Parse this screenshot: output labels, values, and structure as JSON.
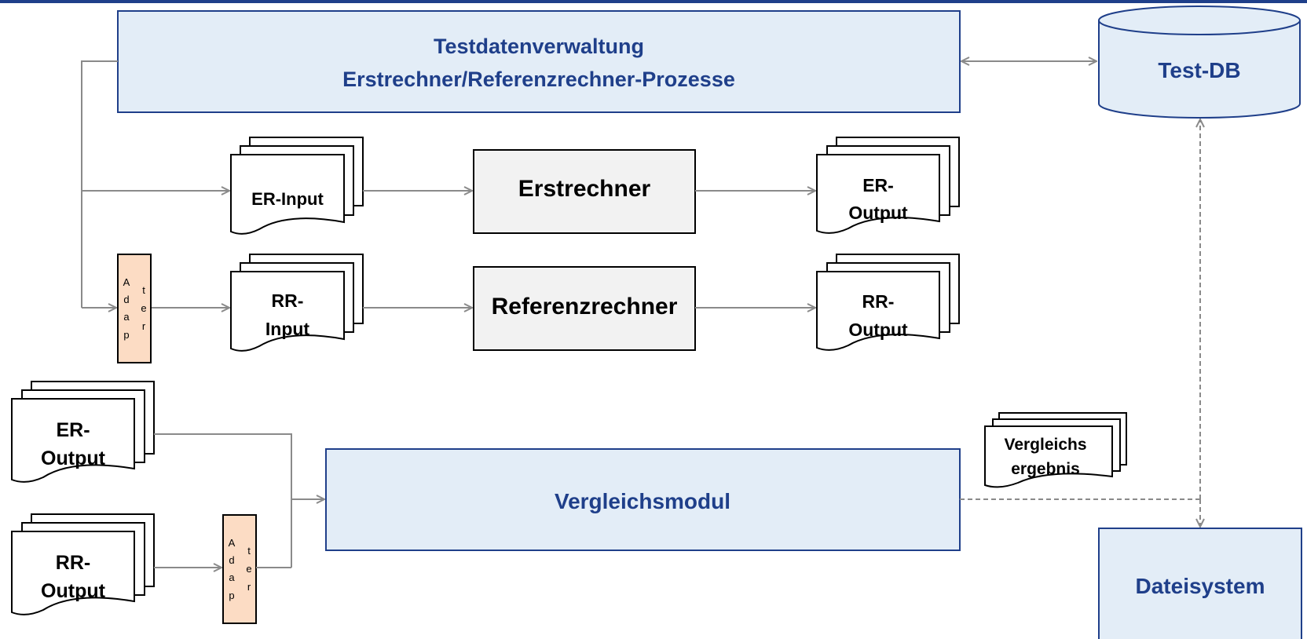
{
  "header": {
    "testdaten_line1": "Testdatenverwaltung",
    "testdaten_line2": "Erstrechner/Referenzrechner-Prozesse"
  },
  "database": {
    "label": "Test-DB"
  },
  "filesystem": {
    "label": "Dateisystem"
  },
  "processors": {
    "erstrechner": "Erstrechner",
    "referenzrechner": "Referenzrechner"
  },
  "documents": {
    "er_input": "ER-Input",
    "rr_input_line1": "RR-",
    "rr_input_line2": "Input",
    "er_output_line1": "ER-",
    "er_output_line2": "Output",
    "rr_output_line1": "RR-",
    "rr_output_line2": "Output",
    "left_er_output_line1": "ER-",
    "left_er_output_line2": "Output",
    "left_rr_output_line1": "RR-",
    "left_rr_output_line2": "Output",
    "vergleich_line1": "Vergleichs",
    "vergleich_line2": "ergebnis"
  },
  "vergleichsmodul": {
    "label": "Vergleichsmodul"
  },
  "adapter": {
    "letters": [
      "A",
      "d",
      "a",
      "p",
      "t",
      "e",
      "r"
    ]
  },
  "colors": {
    "accent_blue": "#1f3f8a",
    "box_fill_blue": "#e3edf7",
    "process_fill": "#f2f2f2",
    "adapter_fill": "#fcdcc4",
    "arrow_gray": "#8a8a8a"
  }
}
